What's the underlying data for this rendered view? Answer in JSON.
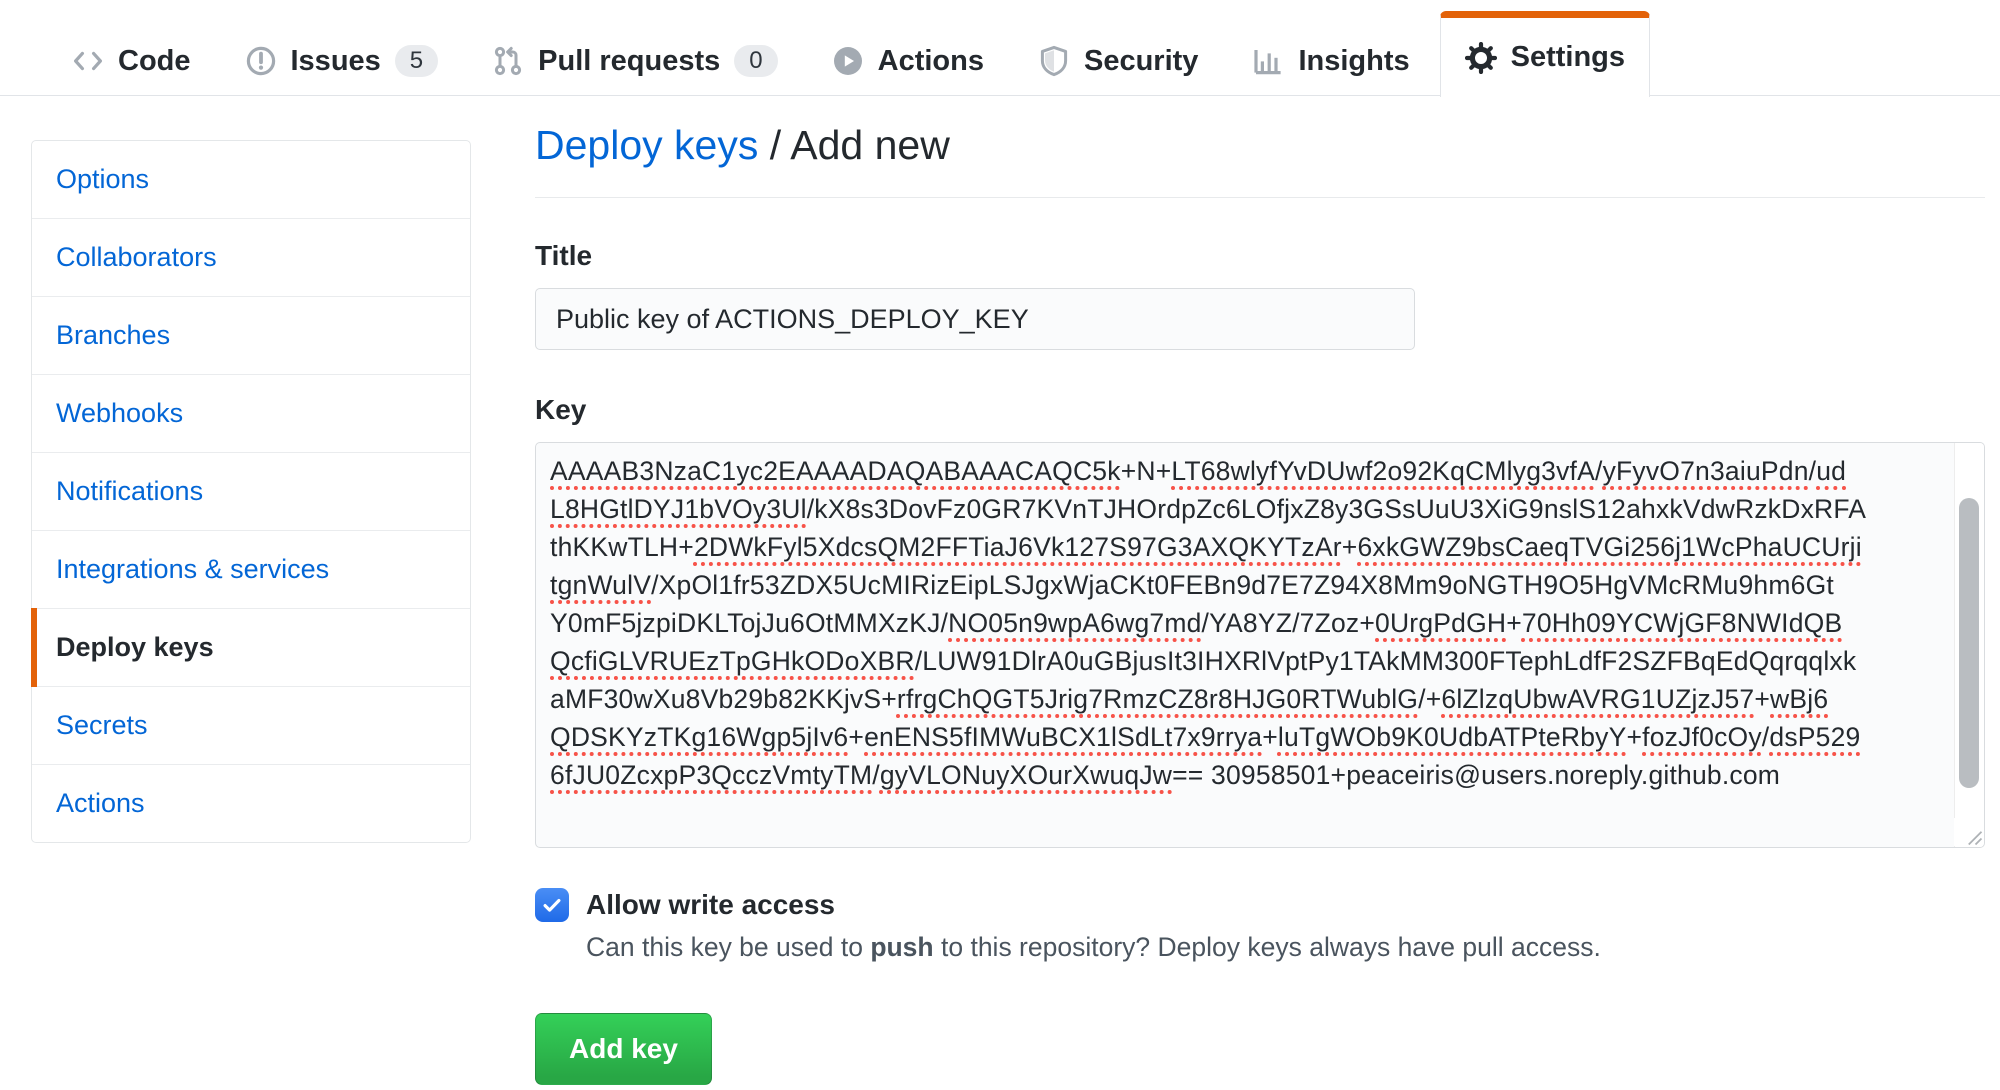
{
  "nav": {
    "tabs": [
      {
        "label": "Code"
      },
      {
        "label": "Issues",
        "count": "5"
      },
      {
        "label": "Pull requests",
        "count": "0"
      },
      {
        "label": "Actions"
      },
      {
        "label": "Security"
      },
      {
        "label": "Insights"
      },
      {
        "label": "Settings"
      }
    ],
    "active_tab": "Settings",
    "active_tab_accent": "#e36209"
  },
  "sidebar": {
    "items": [
      {
        "label": "Options"
      },
      {
        "label": "Collaborators"
      },
      {
        "label": "Branches"
      },
      {
        "label": "Webhooks"
      },
      {
        "label": "Notifications"
      },
      {
        "label": "Integrations & services"
      },
      {
        "label": "Deploy keys",
        "active": true
      },
      {
        "label": "Secrets"
      },
      {
        "label": "Actions"
      }
    ],
    "active_item": "Deploy keys"
  },
  "main": {
    "heading": {
      "parent_link": "Deploy keys",
      "separator": " / ",
      "current": "Add new"
    },
    "form": {
      "title_label": "Title",
      "title_value": "Public key of ACTIONS_DEPLOY_KEY",
      "key_label": "Key",
      "key": {
        "value": "AAAAB3NzaC1yc2EAAAADAQABAAACAQC5k+N+LT68wlyfYvDUwf2o92KqCMlyg3vfA/yFyvO7n3aiuPdn/udL8HGtlDYJ1bVOy3Ul/kX8s3DovFz0GR7KVnTJHOrdpZc6LOfjxZ8y3GSsUuU3XiG9nslS12ahxkVdwRzkDxRFAthKKwTLH+2DWkFyl5XdcsQM2FFTiaJ6Vk127S97G3AXQKYTzAr+6xkGWZ9bsCaeqTVGi256j1WcPhaUCUrjitgnWulV/XpOl1fr53ZDX5UcMIRizEipLSJgxWjaCKt0FEBn9d7E7Z94X8Mm9oNGTH9O5HgVMcRMu9hm6GtY0mF5jzpiDKLTojJu6OtMMXzKJ/NO05n9wpA6wg7md/YA8YZ/7Zoz+0UrgPdGH+70Hh09YCWjGF8NWIdQBQcfiGLVRUEzTpGHkODoXBR/LUW91DlrA0uGBjusIt3IHXRlVptPy1TAkMM300FTephLdfF2SZFBqEdQqrqqlxkaMF30wXu8Vb29b82KKjvS+rfrgChQGT5Jrig7RmzCZ8r8HJG0RTWublG/+6lZlzqUbwAVRG1UZjzJ57+wBj6QDSKYzTKg16Wgp5jIv6+enENS5fIMWuBCX1lSdLt7x9rrya+luTgWOb9K0UdbATPteRbyY+fozJf0cOy/dsP5296fJU0ZcxpP3QcczVmtyTM/gyVLONuyXOurXwuqJw== 30958501+peaceiris@users.noreply.github.com",
        "lines": [
          [
            {
              "t": "AAAAB3NzaC1yc2EAAAADAQABAAACAQC5k",
              "u": true
            },
            {
              "t": "+N+"
            },
            {
              "t": "LT68wlyfYvDUwf2o92KqCMlyg3vfA",
              "u": true
            },
            {
              "t": "/"
            },
            {
              "t": "yFyvO7n3aiuPdn",
              "u": true
            },
            {
              "t": "/"
            },
            {
              "t": "ud",
              "u": true
            }
          ],
          [
            {
              "t": "L8HGtlDYJ1bVOy3Ul",
              "u": true
            },
            {
              "t": "/kX8s3DovFz0GR7KVnTJHOrdpZc6LOfjxZ8y3GSsUuU3XiG9nslS12ahxkVdwRzkDxRFA"
            }
          ],
          [
            {
              "t": "thKKwTLH+"
            },
            {
              "t": "2DWkFyl5XdcsQM2FFTiaJ6Vk127S97G3AXQKYTzAr",
              "u": true
            },
            {
              "t": "+"
            },
            {
              "t": "6xkGWZ9bsCaeqTVGi256j1WcPhaUCUrji",
              "u": true
            }
          ],
          [
            {
              "t": "tgnWulV",
              "u": true
            },
            {
              "t": "/XpOl1fr53ZDX5UcMIRizEipLSJgxWjaCKt0FEBn9d7E7Z94X8Mm9oNGTH9O5HgVMcRMu9hm6Gt"
            }
          ],
          [
            {
              "t": "Y0mF5jzpiDKLTojJu6OtMMXzKJ/"
            },
            {
              "t": "NO05n9wpA6wg7md",
              "u": true
            },
            {
              "t": "/YA8YZ/7Zoz+"
            },
            {
              "t": "0UrgPdGH",
              "u": true
            },
            {
              "t": "+"
            },
            {
              "t": "70Hh09YCWjGF8NWIdQB",
              "u": true
            }
          ],
          [
            {
              "t": "QcfiGLVRUEzTpGHkODoXBR",
              "u": true
            },
            {
              "t": "/LUW91DlrA0uGBjusIt3IHXRlVptPy1TAkMM300FTephLdfF2SZFBqEdQqrqqlxk"
            }
          ],
          [
            {
              "t": "aMF30wXu8Vb29b82KKjvS+"
            },
            {
              "t": "rfrgChQGT5Jrig7RmzCZ8r8HJG0RTWublG",
              "u": true
            },
            {
              "t": "/+"
            },
            {
              "t": "6lZlzqUbwAVRG1UZjzJ57",
              "u": true
            },
            {
              "t": "+"
            },
            {
              "t": "wBj6",
              "u": true
            }
          ],
          [
            {
              "t": "QDSKYzTKg16Wgp5jIv6",
              "u": true
            },
            {
              "t": "+"
            },
            {
              "t": "enENS5fIMWuBCX1lSdLt7x9rrya",
              "u": true
            },
            {
              "t": "+"
            },
            {
              "t": "luTgWOb9K0UdbATPteRbyY",
              "u": true
            },
            {
              "t": "+"
            },
            {
              "t": "fozJf0cOy",
              "u": true
            },
            {
              "t": "/"
            },
            {
              "t": "dsP529",
              "u": true
            }
          ],
          [
            {
              "t": "6fJU0ZcxpP3QcczVmtyTM",
              "u": true
            },
            {
              "t": "/"
            },
            {
              "t": "gyVLONuyXOurXwuqJw",
              "u": true
            },
            {
              "t": "== 30958501+peaceiris@users.noreply.github.com"
            }
          ]
        ]
      },
      "allow_write": {
        "label": "Allow write access",
        "checked": true,
        "description_prefix": "Can this key be used to ",
        "description_bold": "push",
        "description_suffix": " to this repository? Deploy keys always have pull access."
      },
      "submit_label": "Add key"
    }
  },
  "colors": {
    "accent_orange": "#e36209",
    "link_blue": "#0366d6",
    "button_green": "#28a745",
    "spellcheck_red": "#f75349",
    "border_gray": "#e1e4e8",
    "input_bg": "#fafbfc"
  }
}
